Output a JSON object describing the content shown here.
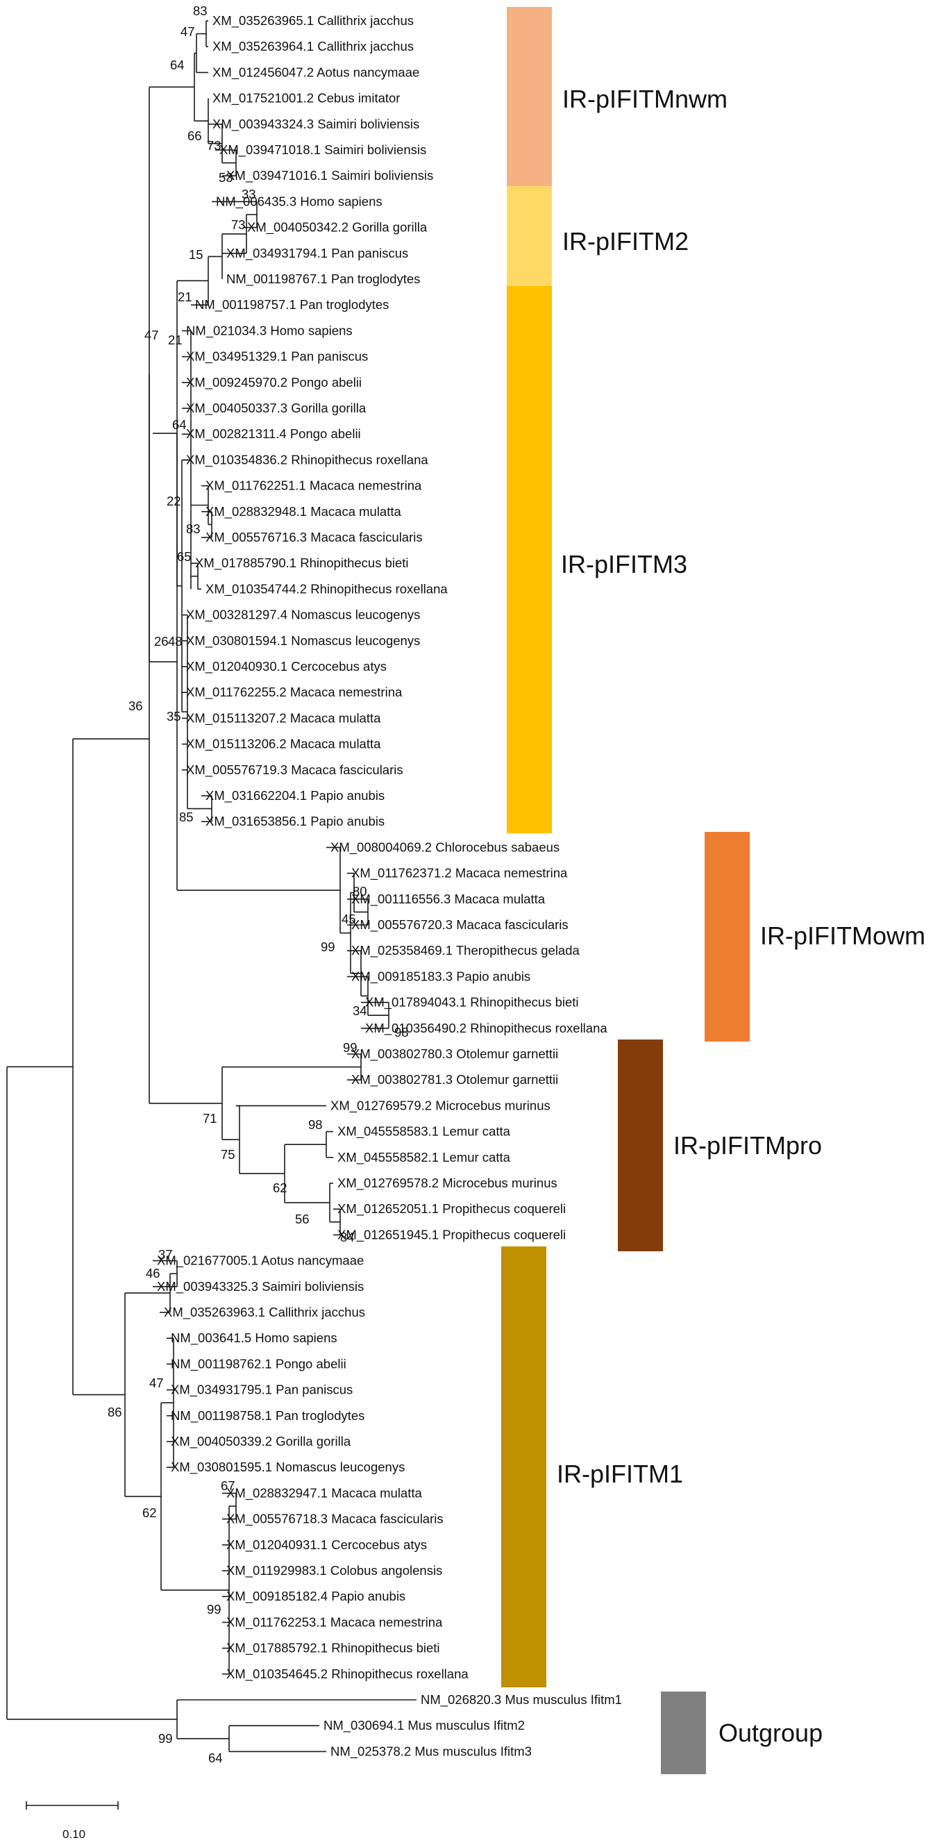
{
  "tree": {
    "leaves": [
      "XM_035263965.1 Callithrix jacchus",
      "XM_035263964.1 Callithrix jacchus",
      "XM_012456047.2 Aotus nancymaae",
      "XM_017521001.2 Cebus imitator",
      "XM_003943324.3 Saimiri boliviensis",
      "XM_039471018.1 Saimiri boliviensis",
      "XM_039471016.1 Saimiri boliviensis",
      "NM_006435.3 Homo sapiens",
      "XM_004050342.2 Gorilla gorilla",
      "XM_034931794.1 Pan paniscus",
      "NM_001198767.1 Pan troglodytes",
      "NM_001198757.1 Pan troglodytes",
      "NM_021034.3 Homo sapiens",
      "XM_034951329.1 Pan paniscus",
      "XM_009245970.2 Pongo abelii",
      "XM_004050337.3 Gorilla gorilla",
      "XM_002821311.4 Pongo abelii",
      "XM_010354836.2 Rhinopithecus roxellana",
      "XM_011762251.1 Macaca nemestrina",
      "XM_028832948.1 Macaca mulatta",
      "XM_005576716.3 Macaca fascicularis",
      "XM_017885790.1 Rhinopithecus bieti",
      "XM_010354744.2 Rhinopithecus roxellana",
      "XM_003281297.4 Nomascus leucogenys",
      "XM_030801594.1 Nomascus leucogenys",
      "XM_012040930.1 Cercocebus atys",
      "XM_011762255.2 Macaca nemestrina",
      "XM_015113207.2 Macaca mulatta",
      "XM_015113206.2 Macaca mulatta",
      "XM_005576719.3 Macaca fascicularis",
      "XM_031662204.1 Papio anubis",
      "XM_031653856.1 Papio anubis",
      "XM_008004069.2 Chlorocebus sabaeus",
      "XM_011762371.2 Macaca nemestrina",
      "XM_001116556.3 Macaca mulatta",
      "XM_005576720.3 Macaca fascicularis",
      "XM_025358469.1 Theropithecus gelada",
      "XM_009185183.3 Papio anubis",
      "XM_017894043.1 Rhinopithecus bieti",
      "XM_010356490.2 Rhinopithecus roxellana",
      "XM_003802780.3 Otolemur garnettii",
      "XM_003802781.3 Otolemur garnettii",
      "XM_012769579.2 Microcebus murinus",
      "XM_045558583.1 Lemur catta",
      "XM_045558582.1 Lemur catta",
      "XM_012769578.2 Microcebus murinus",
      "XM_012652051.1 Propithecus coquereli",
      "XM_012651945.1 Propithecus coquereli",
      "XM_021677005.1 Aotus nancymaae",
      "XM_003943325.3 Saimiri boliviensis",
      "XM_035263963.1 Callithrix jacchus",
      "NM_003641.5 Homo sapiens",
      "NM_001198762.1 Pongo abelii",
      "XM_034931795.1 Pan paniscus",
      "NM_001198758.1 Pan troglodytes",
      "XM_004050339.2 Gorilla gorilla",
      "XM_030801595.1 Nomascus leucogenys",
      "XM_028832947.1 Macaca mulatta",
      "XM_005576718.3 Macaca fascicularis",
      "XM_012040931.1 Cercocebus atys",
      "XM_011929983.1 Colobus angolensis",
      "XM_009185182.4 Papio anubis",
      "XM_011762253.1 Macaca nemestrina",
      "XM_017885792.1 Rhinopithecus bieti",
      "XM_010354645.2 Rhinopithecus roxellana",
      "NM_026820.3 Mus musculus Ifitm1",
      "NM_030694.1 Mus musculus Ifitm2",
      "NM_025378.2 Mus musculus Ifitm3"
    ],
    "bootstrap": [
      "83",
      "47",
      "64",
      "66",
      "73",
      "53",
      "33",
      "73",
      "15",
      "21",
      "21",
      "47",
      "64",
      "22",
      "83",
      "65",
      "26",
      "48",
      "35",
      "85",
      "36",
      "80",
      "99",
      "45",
      "34",
      "98",
      "99",
      "71",
      "98",
      "75",
      "62",
      "56",
      "84",
      "37",
      "46",
      "47",
      "86",
      "67",
      "62",
      "99",
      "99",
      "64"
    ],
    "clades": [
      {
        "label": "IR-pIFITMnwm",
        "color": "#F4B183"
      },
      {
        "label": "IR-pIFITM2",
        "color": "#FFD966"
      },
      {
        "label": "IR-pIFITM3",
        "color": "#FFC000"
      },
      {
        "label": "IR-pIFITMowm",
        "color": "#ED7D31"
      },
      {
        "label": "IR-pIFITMpro",
        "color": "#843C0C"
      },
      {
        "label": "IR-pIFITM1",
        "color": "#BF9000"
      },
      {
        "label": "Outgroup",
        "color": "#808080"
      }
    ],
    "scale_bar": {
      "label": "0.10"
    }
  }
}
